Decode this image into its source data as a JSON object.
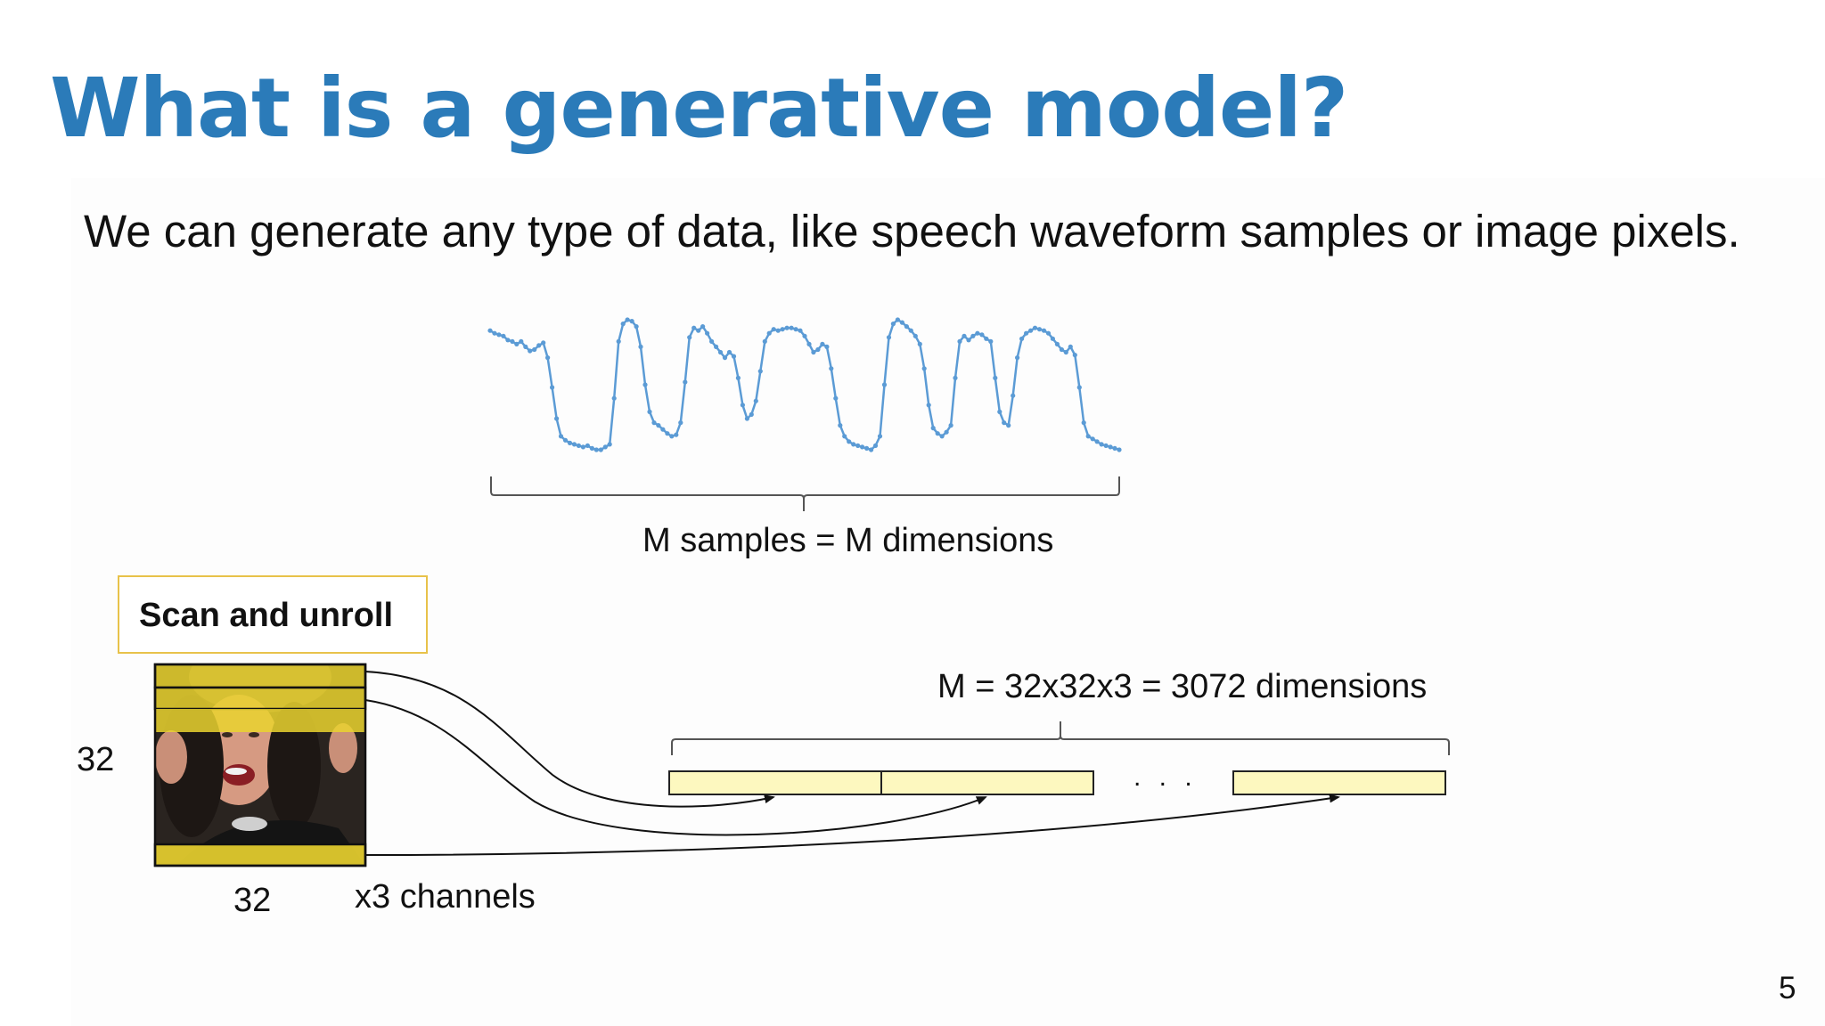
{
  "slide": {
    "title": "What is a generative model?",
    "subtitle": "We can generate any type of data, like speech waveform samples or image pixels.",
    "page_number": "5"
  },
  "waveform": {
    "label": "M samples = M dimensions",
    "color": "#5b9bd5",
    "samples": [
      0.9,
      0.88,
      0.87,
      0.86,
      0.83,
      0.82,
      0.8,
      0.82,
      0.78,
      0.75,
      0.76,
      0.79,
      0.81,
      0.7,
      0.48,
      0.25,
      0.12,
      0.09,
      0.07,
      0.06,
      0.05,
      0.04,
      0.05,
      0.03,
      0.02,
      0.02,
      0.04,
      0.06,
      0.4,
      0.82,
      0.95,
      0.98,
      0.97,
      0.93,
      0.78,
      0.5,
      0.3,
      0.22,
      0.2,
      0.17,
      0.14,
      0.12,
      0.13,
      0.22,
      0.52,
      0.85,
      0.92,
      0.9,
      0.93,
      0.88,
      0.82,
      0.78,
      0.74,
      0.7,
      0.74,
      0.71,
      0.55,
      0.35,
      0.25,
      0.28,
      0.38,
      0.6,
      0.82,
      0.88,
      0.91,
      0.9,
      0.91,
      0.92,
      0.92,
      0.91,
      0.9,
      0.86,
      0.8,
      0.74,
      0.76,
      0.8,
      0.78,
      0.62,
      0.4,
      0.2,
      0.12,
      0.08,
      0.06,
      0.05,
      0.04,
      0.03,
      0.02,
      0.05,
      0.12,
      0.5,
      0.85,
      0.95,
      0.98,
      0.96,
      0.93,
      0.9,
      0.86,
      0.8,
      0.62,
      0.35,
      0.18,
      0.14,
      0.12,
      0.15,
      0.2,
      0.55,
      0.82,
      0.86,
      0.83,
      0.86,
      0.88,
      0.87,
      0.84,
      0.82,
      0.55,
      0.3,
      0.22,
      0.2,
      0.42,
      0.7,
      0.84,
      0.88,
      0.9,
      0.92,
      0.91,
      0.9,
      0.88,
      0.84,
      0.8,
      0.76,
      0.74,
      0.78,
      0.72,
      0.48,
      0.22,
      0.12,
      0.1,
      0.08,
      0.06,
      0.05,
      0.04,
      0.03,
      0.02
    ]
  },
  "image_scan": {
    "box_label": "Scan and unroll",
    "height_label": "32",
    "width_label": "32",
    "channels_label": "x3 channels",
    "dims_label": "M = 32x32x3 = 3072 dimensions",
    "ellipsis": ". . .",
    "row_color": "#ead32f",
    "segment_color": "#fdf8bf",
    "photo_alt": "photo"
  }
}
